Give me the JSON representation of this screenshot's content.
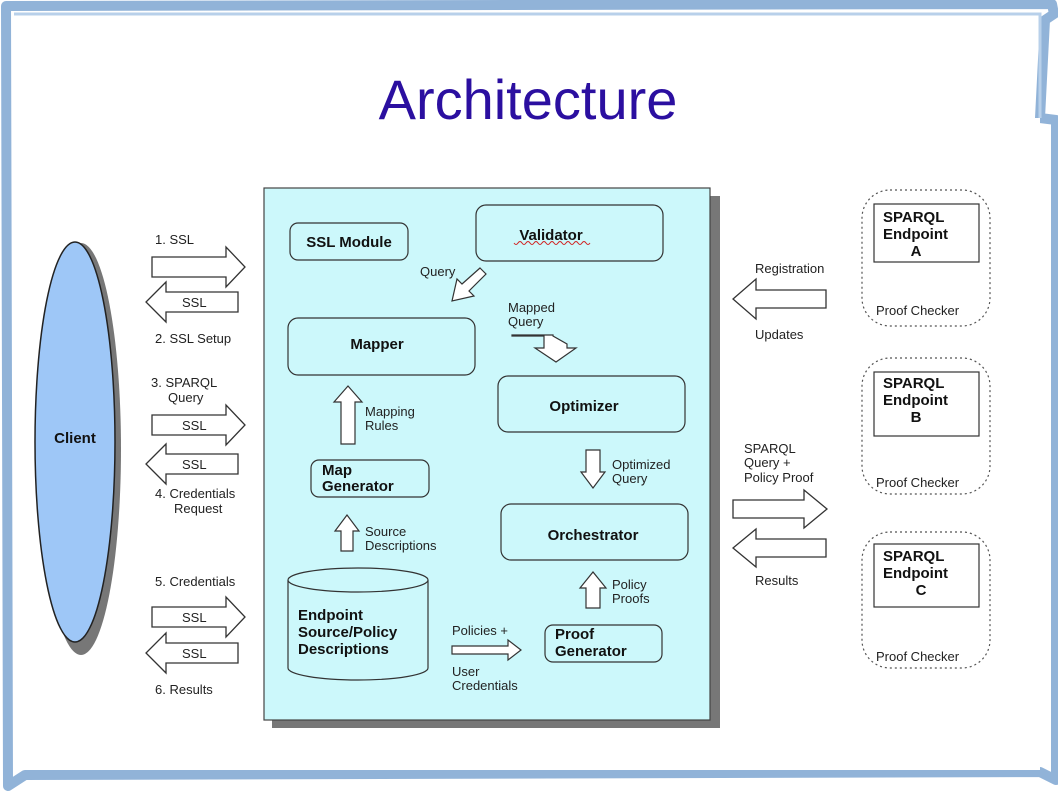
{
  "slide": {
    "title": "Architecture",
    "colors": {
      "title": "#2b0fa0",
      "frame": "#6f9ccc",
      "system_fill": "#ccf8fb",
      "client_fill": "#9ec7f7"
    }
  },
  "client": {
    "label": "Client"
  },
  "steps": {
    "step1": "1. SSL",
    "step2": "2. SSL Setup",
    "step3_l1": "3. SPARQL",
    "step3_l2": "Query",
    "step4_l1": "4. Credentials",
    "step4_l2": "Request",
    "step5": "5. Credentials",
    "step6": "6. Results",
    "ssl": "SSL"
  },
  "modules": {
    "ssl_module": "SSL Module",
    "validator": "Validator",
    "mapper": "Mapper",
    "optimizer": "Optimizer",
    "map_generator_l1": "Map",
    "map_generator_l2": "Generator",
    "orchestrator": "Orchestrator",
    "proof_generator_l1": "Proof",
    "proof_generator_l2": "Generator",
    "store_l1": "Endpoint",
    "store_l2": "Source/Policy",
    "store_l3": "Descriptions"
  },
  "flows": {
    "query": "Query",
    "mapped_l1": "Mapped",
    "mapped_l2": "Query",
    "mapping_l1": "Mapping",
    "mapping_l2": "Rules",
    "optimized_l1": "Optimized",
    "optimized_l2": "Query",
    "source_l1": "Source",
    "source_l2": "Descriptions",
    "policy_proofs_l1": "Policy",
    "policy_proofs_l2": "Proofs",
    "policies_plus": "Policies +",
    "user_l1": "User",
    "user_l2": "Credentials"
  },
  "right": {
    "registration": "Registration",
    "updates": "Updates",
    "sparql_l1": "SPARQL",
    "sparql_l2": "Query +",
    "sparql_l3": "Policy Proof",
    "results": "Results",
    "endpoint_l1": "SPARQL",
    "endpoint_l2": "Endpoint",
    "endpoint_a": "A",
    "endpoint_b": "B",
    "endpoint_c": "C",
    "proof_checker": "Proof Checker"
  }
}
